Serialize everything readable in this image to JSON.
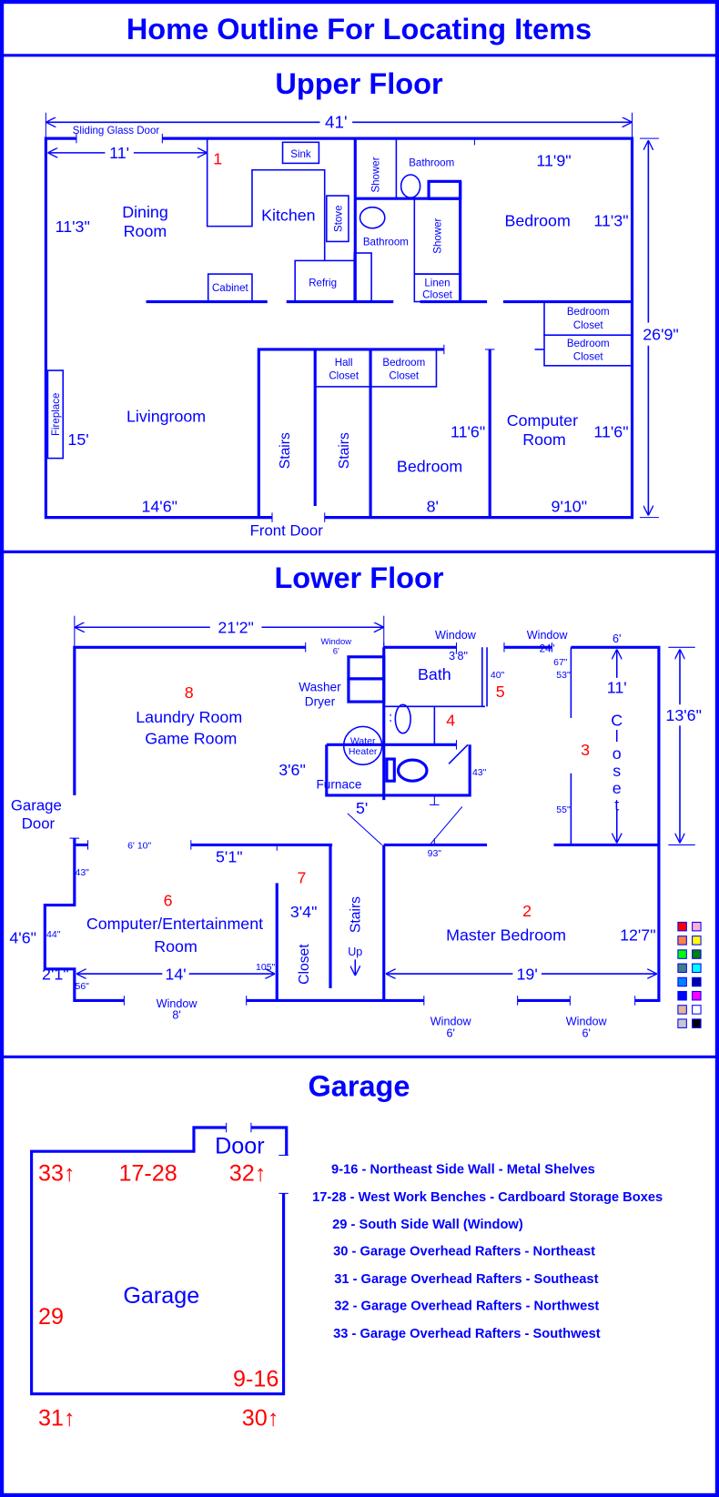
{
  "title": "Home Outline For Locating Items",
  "upper": {
    "heading": "Upper Floor",
    "labels": {
      "width_41": "41'",
      "sliding_door": "Sliding Glass Door",
      "dim_11": "11'",
      "marker_1": "1",
      "sink": "Sink",
      "stove": "Stove",
      "refrig": "Refrig",
      "cabinet": "Cabinet",
      "kitchen": "Kitchen",
      "dining1": "Dining",
      "dining2": "Room",
      "dim_11_3_left": "11'3\"",
      "shower_top": "Shower",
      "bathroom_top": "Bathroom",
      "bathroom_lower": "Bathroom",
      "shower_lower": "Shower",
      "linen1": "Linen",
      "linen2": "Closet",
      "bedroom_ne": "Bedroom",
      "dim_11_9": "11'9\"",
      "dim_11_3_right": "11'3\"",
      "bclos1a": "Bedroom",
      "bclos1b": "Closet",
      "bclos2a": "Bedroom",
      "bclos2b": "Closet",
      "dim_26_9": "26'9\"",
      "hall1": "Hall",
      "hall2": "Closet",
      "bclos3a": "Bedroom",
      "bclos3b": "Closet",
      "fireplace": "Fireplace",
      "livingroom": "Livingroom",
      "dim_15": "15'",
      "dim_14_6": "14'6\"",
      "stairs1": "Stairs",
      "stairs2": "Stairs",
      "bedroom_s": "Bedroom",
      "dim_11_6_a": "11'6\"",
      "computer1": "Computer",
      "computer2": "Room",
      "dim_11_6_b": "11'6\"",
      "dim_8": "8'",
      "dim_9_10": "9'10\"",
      "front_door": "Front Door"
    }
  },
  "lower": {
    "heading": "Lower Floor",
    "labels": {
      "dim_21_2": "21'2\"",
      "win1a": "Window",
      "win1b": "6'",
      "win2": "Window",
      "dim_3_8": "3'8\"",
      "win3a": "Window",
      "win3b": "24\"",
      "dim_6": "6'",
      "dim_67": "67\"",
      "washer": "Washer",
      "dryer": "Dryer",
      "bath": "Bath",
      "dim_40": "40\"",
      "marker_5": "5",
      "marker_8": "8",
      "laundry": "Laundry Room",
      "game": "Game Room",
      "marker_4": "4",
      "water": "Water",
      "heater": "Heater",
      "dim_3_6": "3'6\"",
      "furnace": "Furnace",
      "dim_43b": "43\"",
      "dim_5": "5'",
      "marker_3": "3",
      "dim_53": "53\"",
      "dim_55": "55\"",
      "dim_11": "11'",
      "closet_letters": [
        "C",
        "l",
        "o",
        "s",
        "e",
        "t"
      ],
      "dim_13_6": "13'6\"",
      "garage_door1": "Garage",
      "garage_door2": "Door",
      "dim_6_10": "6' 10\"",
      "dim_5_1": "5'1\"",
      "dim_93": "93\"",
      "marker_7": "7",
      "dim_3_4": "3'4\"",
      "closet": "Closet",
      "stairs": "Stairs",
      "up": "Up",
      "dim_43": "43\"",
      "dim_44": "44\"",
      "dim_56": "56\"",
      "dim_4_6": "4'6\"",
      "dim_2_1": "2'1\"",
      "marker_6": "6",
      "comp1": "Computer/Entertainment",
      "comp2": "Room",
      "dim_105": "105\"",
      "dim_14": "14'",
      "dim_19": "19'",
      "marker_2": "2",
      "master": "Master Bedroom",
      "dim_12_7": "12'7\"",
      "win4a": "Window",
      "win4b": "8'",
      "win5a": "Window",
      "win5b": "6'",
      "win6a": "Window",
      "win6b": "6'"
    },
    "palette": [
      "#ff0000",
      "#ffb0d0",
      "#ff8040",
      "#ffff00",
      "#00ff00",
      "#008000",
      "#408080",
      "#00ffff",
      "#0080ff",
      "#0000a0",
      "#0000ff",
      "#ff00ff",
      "#e0b898",
      "#ffffff",
      "#c8c8c8",
      "#000000"
    ]
  },
  "garage": {
    "heading": "Garage",
    "door": "Door",
    "room": "Garage",
    "markers": {
      "m33": "33↑",
      "m17": "17-28",
      "m32": "32↑",
      "m29": "29",
      "m916": "9-16",
      "m31": "31↑",
      "m30": "30↑"
    },
    "legend": [
      "9-16 - Northeast Side Wall - Metal Shelves",
      "17-28 - West Work Benches - Cardboard Storage Boxes",
      "29 - South Side Wall (Window)",
      "30 - Garage Overhead Rafters - Northeast",
      "31 - Garage Overhead Rafters - Southeast",
      "32 - Garage Overhead Rafters - Northwest",
      "33 - Garage Overhead Rafters - Southwest"
    ]
  }
}
